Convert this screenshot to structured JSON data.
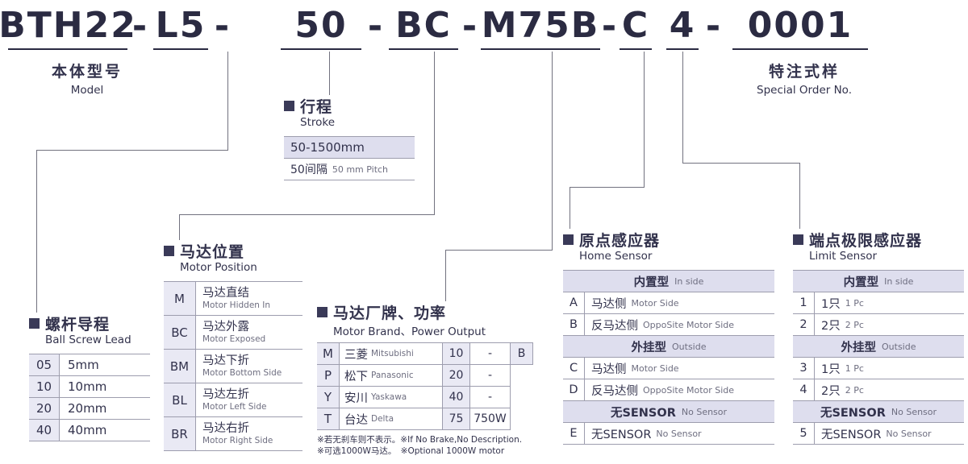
{
  "colors": {
    "text": "#32324c",
    "accent": "#3a3a58",
    "lavender": "#dedeee",
    "code_shade": "#e9e9f4",
    "line": "#72727f"
  },
  "model_code": {
    "segments": [
      "BTH22",
      "L5",
      "50",
      "BC",
      "M75B",
      "C",
      "4",
      "0001"
    ],
    "dash": "-"
  },
  "labels": {
    "model": {
      "zh": "本体型号",
      "en": "Model"
    },
    "special_order": {
      "zh": "特注式样",
      "en": "Special Order No."
    }
  },
  "stroke": {
    "title_zh": "行程",
    "title_en": "Stroke",
    "range": "50-1500mm",
    "pitch_zh": "50间隔",
    "pitch_en": "50 mm Pitch"
  },
  "ball_screw_lead": {
    "title_zh": "螺杆导程",
    "title_en": "Ball Screw Lead",
    "rows": [
      {
        "code": "05",
        "value": "5mm"
      },
      {
        "code": "10",
        "value": "10mm"
      },
      {
        "code": "20",
        "value": "20mm"
      },
      {
        "code": "40",
        "value": "40mm"
      }
    ]
  },
  "motor_position": {
    "title_zh": "马达位置",
    "title_en": "Motor Position",
    "rows": [
      {
        "code": "M",
        "zh": "马达直结",
        "en": "Motor Hidden In"
      },
      {
        "code": "BC",
        "zh": "马达外露",
        "en": "Motor Exposed"
      },
      {
        "code": "BM",
        "zh": "马达下折",
        "en": "Motor Bottom Side"
      },
      {
        "code": "BL",
        "zh": "马达左折",
        "en": "Motor Left Side"
      },
      {
        "code": "BR",
        "zh": "马达右折",
        "en": "Motor Right Side"
      }
    ]
  },
  "motor_brand": {
    "title_zh": "马达厂牌、功率",
    "title_en": "Motor Brand、Power Output",
    "rows": [
      {
        "code": "M",
        "brand_zh": "三菱",
        "brand_en": "Mitsubishi",
        "power_code": "10",
        "power": "-",
        "brake": "B"
      },
      {
        "code": "P",
        "brand_zh": "松下",
        "brand_en": "Panasonic",
        "power_code": "20",
        "power": "-"
      },
      {
        "code": "Y",
        "brand_zh": "安川",
        "brand_en": "Yaskawa",
        "power_code": "40",
        "power": "-"
      },
      {
        "code": "T",
        "brand_zh": "台达",
        "brand_en": "Delta",
        "power_code": "75",
        "power": "750W"
      }
    ],
    "note1": "※若无刹车则不表示。※If No Brake,No Description.",
    "note2": "※可选1000W马达。　※Optional 1000W motor"
  },
  "home_sensor": {
    "title_zh": "原点感应器",
    "title_en": "Home Sensor",
    "group1": {
      "zh": "内置型",
      "en": "In side"
    },
    "group2": {
      "zh": "外挂型",
      "en": "Outside"
    },
    "group3": {
      "zh": "无SENSOR",
      "en": "No Sensor"
    },
    "rows": [
      {
        "code": "A",
        "zh": "马达侧",
        "en": "Motor Side"
      },
      {
        "code": "B",
        "zh": "反马达侧",
        "en": "OppoSite Motor Side"
      },
      {
        "code": "C",
        "zh": "马达侧",
        "en": "Motor Side"
      },
      {
        "code": "D",
        "zh": "反马达侧",
        "en": "OppoSite Motor Side"
      },
      {
        "code": "E",
        "zh": "无SENSOR",
        "en": "No Sensor"
      }
    ]
  },
  "limit_sensor": {
    "title_zh": "端点极限感应器",
    "title_en": "Limit Sensor",
    "group1": {
      "zh": "内置型",
      "en": "In side"
    },
    "group2": {
      "zh": "外挂型",
      "en": "Outside"
    },
    "group3": {
      "zh": "无SENSOR",
      "en": "No Sensor"
    },
    "rows": [
      {
        "code": "1",
        "zh": "1只",
        "en": "1 Pc"
      },
      {
        "code": "2",
        "zh": "2只",
        "en": "2 Pc"
      },
      {
        "code": "3",
        "zh": "1只",
        "en": "1 Pc"
      },
      {
        "code": "4",
        "zh": "2只",
        "en": "2 Pc"
      },
      {
        "code": "5",
        "zh": "无SENSOR",
        "en": "No Sensor"
      }
    ]
  }
}
